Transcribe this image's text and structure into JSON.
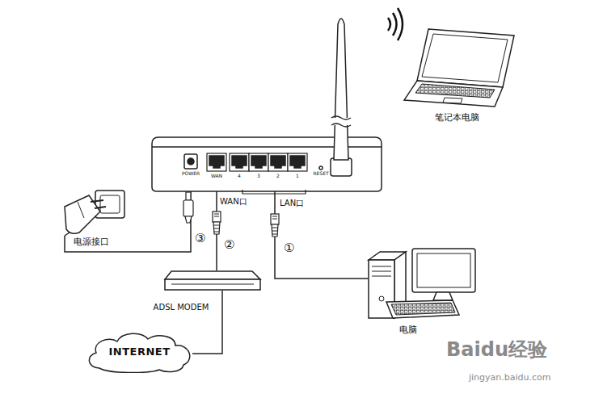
{
  "diagram": {
    "nodes": [
      {
        "text": [
          "笔记本电脑"
        ]
      },
      {
        "text": [
          "POWER",
          "WAN",
          "4",
          "3",
          "2",
          "1",
          "RESET"
        ]
      },
      {
        "text": [
          "电源接口"
        ]
      },
      {
        "text": [
          "电脑"
        ]
      },
      {
        "text": [
          "ADSL MODEM"
        ]
      },
      {
        "text": [
          "INTERNET"
        ]
      }
    ],
    "edges": [
      {
        "from": 2,
        "to": 1,
        "label": "③",
        "arrow": "none"
      },
      {
        "from": 4,
        "to": 1,
        "label": "②",
        "arrow": "none"
      },
      {
        "from": 3,
        "to": 1,
        "label": "①",
        "arrow": "none"
      },
      {
        "from": 5,
        "to": 4,
        "arrow": "none"
      }
    ],
    "labels": [
      "WAN口",
      "LAN口",
      "Baidu经验",
      "jingyan.baidu.com"
    ]
  }
}
